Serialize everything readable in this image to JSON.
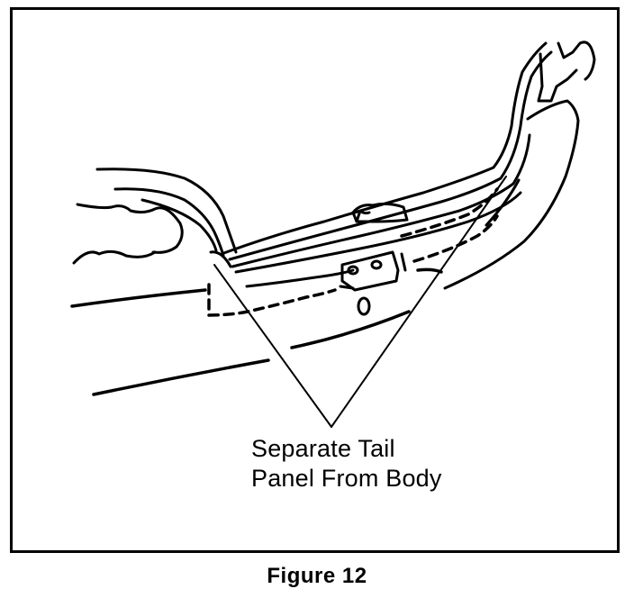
{
  "callout": {
    "line1": "Separate Tail",
    "line2": "Panel From Body"
  },
  "caption": "Figure 12"
}
